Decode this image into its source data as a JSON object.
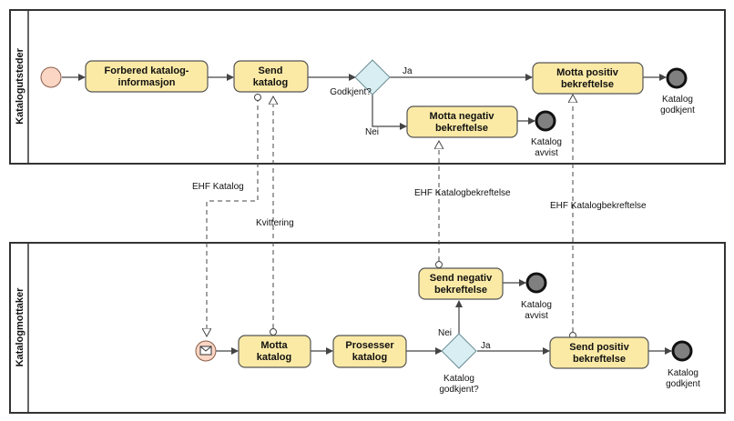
{
  "pools": {
    "sender": "Katalogutsteder",
    "receiver": "Katalogmottaker"
  },
  "tasks": {
    "prepare_line1": "Forbered katalog-",
    "prepare_line2": "informasjon",
    "send_line1": "Send",
    "send_line2": "katalog",
    "recv_pos_line1": "Motta positiv",
    "recv_pos_line2": "bekreftelse",
    "recv_neg_line1": "Motta negativ",
    "recv_neg_line2": "bekreftelse",
    "send_neg_line1": "Send negativ",
    "send_neg_line2": "bekreftelse",
    "receive_line1": "Motta",
    "receive_line2": "katalog",
    "process_line1": "Prosesser",
    "process_line2": "katalog",
    "send_pos_line1": "Send positiv",
    "send_pos_line2": "bekreftelse"
  },
  "gateways": {
    "approved_top": "Godkjent?",
    "approved_bottom_line1": "Katalog",
    "approved_bottom_line2": "godkjent?"
  },
  "flow_labels": {
    "yes_top": "Ja",
    "no_top": "Nei",
    "yes_bottom": "Ja",
    "no_bottom": "Nei"
  },
  "events": {
    "top_approved_line1": "Katalog",
    "top_approved_line2": "godkjent",
    "top_rejected_line1": "Katalog",
    "top_rejected_line2": "avvist",
    "bottom_rejected_line1": "Katalog",
    "bottom_rejected_line2": "avvist",
    "bottom_approved_line1": "Katalog",
    "bottom_approved_line2": "godkjent"
  },
  "messages": {
    "ehf_catalog": "EHF Katalog",
    "receipt": "Kvittering",
    "ehf_confirm_neg": "EHF Katalogbekreftelse",
    "ehf_confirm_pos": "EHF Katalogbekreftelse"
  }
}
